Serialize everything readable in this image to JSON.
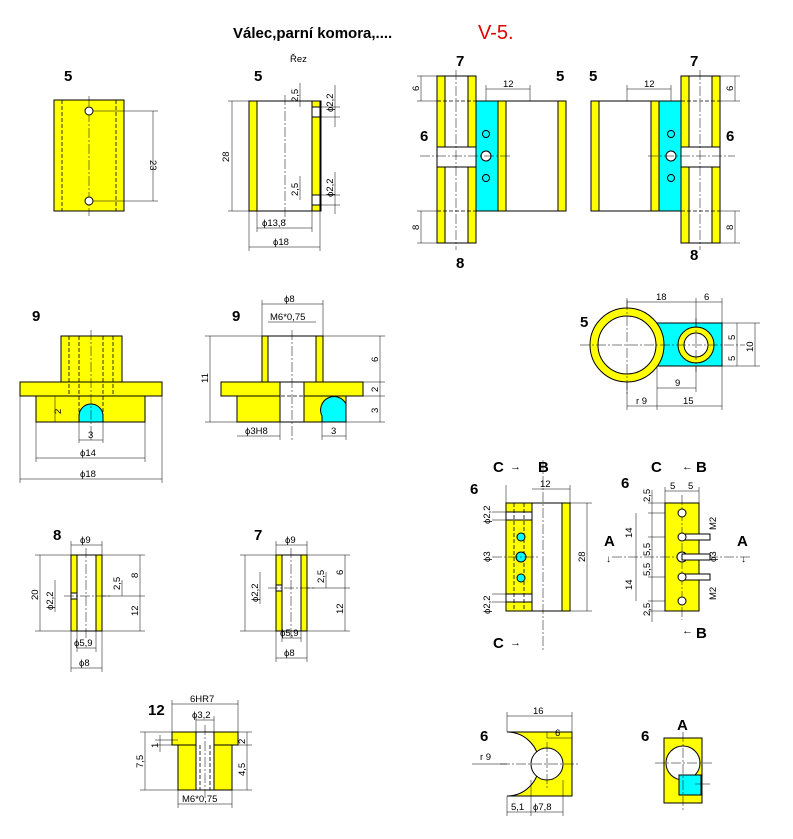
{
  "title": "Válec,parní komora,....",
  "sheet": "V-5.",
  "labels": {
    "part5": "5",
    "part6": "6",
    "part7": "7",
    "part8": "8",
    "part9": "9",
    "part12": "12",
    "rez": "Řez",
    "A": "A",
    "B": "B",
    "C": "C"
  },
  "dims": {
    "d23": "23",
    "d28": "28",
    "d2_5": "2,5",
    "phi2_2": "ϕ2,2",
    "phi13_8": "ϕ13,8",
    "phi18": "ϕ18",
    "d6": "6",
    "d12": "12",
    "d8": "8",
    "phi8": "ϕ8",
    "m6": "M6*0,75",
    "d11": "11",
    "d2": "2",
    "d3": "3",
    "phi3h8": "ϕ3H8",
    "phi14": "ϕ14",
    "d18": "18",
    "d5": "5",
    "d10": "10",
    "d9": "9",
    "r9": "r 9",
    "d15": "15",
    "phi9": "ϕ9",
    "d20": "20",
    "phi5_9": "ϕ5,9",
    "phi3": "ϕ3",
    "d14": "14",
    "d5_5": "5,5",
    "m2": "M2",
    "hr7": "6HR7",
    "phi3_2": "ϕ3,2",
    "d1": "1",
    "d7_5": "7,5",
    "d4_5": "4,5",
    "d16": "16",
    "d5_1": "5,1",
    "phi7_8": "ϕ7,8"
  },
  "colors": {
    "body": "#ffff00",
    "part6": "#00ffff",
    "sheet": "#e00000"
  }
}
